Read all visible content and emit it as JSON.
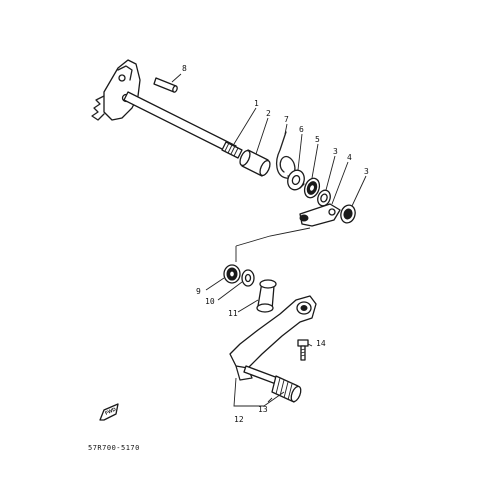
{
  "diagram": {
    "callouts": {
      "p1": "1",
      "p2": "2",
      "p3a": "3",
      "p3b": "3",
      "p4": "4",
      "p5": "5",
      "p6": "6",
      "p7": "7",
      "p8": "8",
      "p9": "9",
      "p10": "10",
      "p11": "11",
      "p12": "12",
      "p13": "13",
      "p14": "14"
    },
    "direction_marker": "FWD",
    "figure_code": "57R700-5170"
  },
  "colors": {
    "ink": "#1a1a1a",
    "background": "#ffffff"
  }
}
